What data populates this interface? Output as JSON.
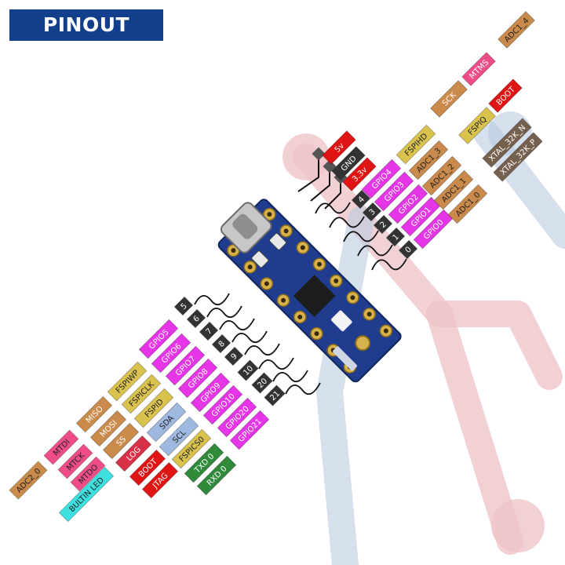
{
  "title": "PINOUT",
  "colors": {
    "gpio": "#e635e6",
    "power_red": "#e01414",
    "dark": "#333333",
    "adc": "#c98a4b",
    "spi": "#d9c24e",
    "strap": "#ef4d89",
    "log": "#d9304a",
    "i2c": "#9eb8e0",
    "uart": "#2f8a3a",
    "brown": "#75604d",
    "led": "#3fe0e0",
    "board": "#1f3c8f",
    "watermark_red": "#eec2c6",
    "watermark_blue": "#b9cbe0"
  },
  "top": {
    "power": [
      "5v",
      "GND",
      "3.3v"
    ],
    "num": [
      "4",
      "3",
      "2",
      "1",
      "0"
    ],
    "gpio": [
      "GPIO4",
      "GPIO3",
      "GPIO2",
      "GPIO1",
      "GPIO0"
    ],
    "fn1": [
      "FSPIHD",
      "ADC1_3",
      "ADC1_2",
      "ADC1_1",
      "ADC1_0"
    ],
    "fn2": [
      "SCK",
      "FSPIQ",
      "XTAL_32K_N",
      "XTAL_32K_P"
    ],
    "fn3": [
      "MTMS",
      "BOOT"
    ],
    "fn4": [
      "ADC1_4"
    ]
  },
  "bottom": {
    "num": [
      "5",
      "6",
      "7",
      "8",
      "9",
      "10",
      "20",
      "21"
    ],
    "gpio": [
      "GPIO5",
      "GPIO6",
      "GPIO7",
      "GPIO8",
      "GPIO9",
      "GPIO10",
      "GPIO20",
      "GPIO21"
    ],
    "fn1": [
      "FSPIWP",
      "FSPICLK",
      "FSPID",
      "SDA",
      "SCL",
      "FSPICS0",
      "TXD 0",
      "RXD 0"
    ],
    "fn2": [
      "MISO",
      "MOSI",
      "SS",
      "LOG",
      "BOOT",
      "JTAG"
    ],
    "fn3": [
      "MTDI",
      "MTCK",
      "MTDO",
      "BULTIN LED"
    ],
    "fn4": [
      "ADC2_0"
    ]
  }
}
